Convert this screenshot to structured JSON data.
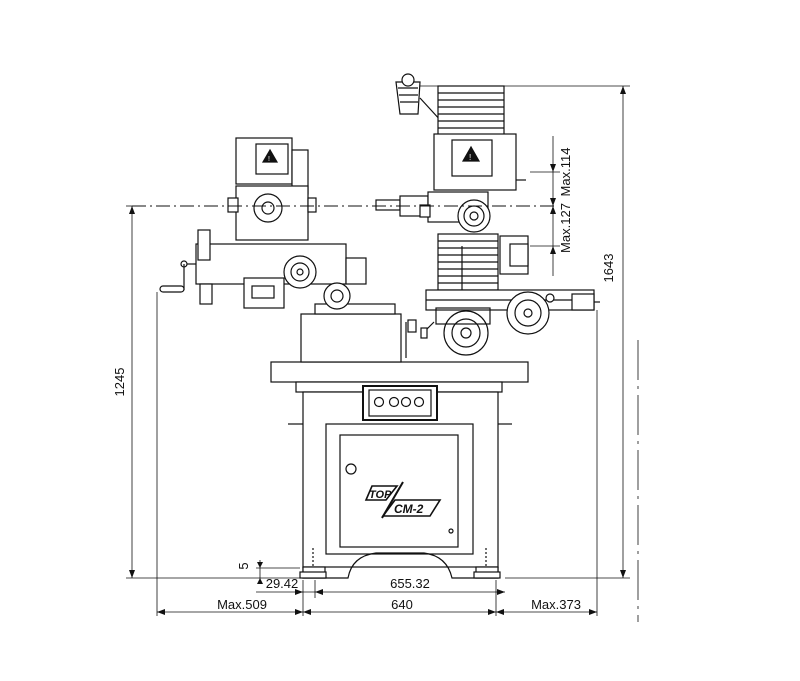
{
  "drawing": {
    "machine_logo": {
      "brand": "TOP",
      "model": "CM-2"
    },
    "dimensions": {
      "total_height": "1643",
      "table_height": "1245",
      "max_114": "Max.114",
      "max_127": "Max.127",
      "foot_offset_vertical": "5",
      "foot_offset_horizontal": "29.42",
      "base_inner_width": "655.32",
      "base_width": "640",
      "left_overhang": "Max.509",
      "right_overhang": "Max.373"
    },
    "icons": {
      "left_motor_warning": "warning-triangle-icon",
      "right_motor_warning": "warning-triangle-icon"
    }
  }
}
